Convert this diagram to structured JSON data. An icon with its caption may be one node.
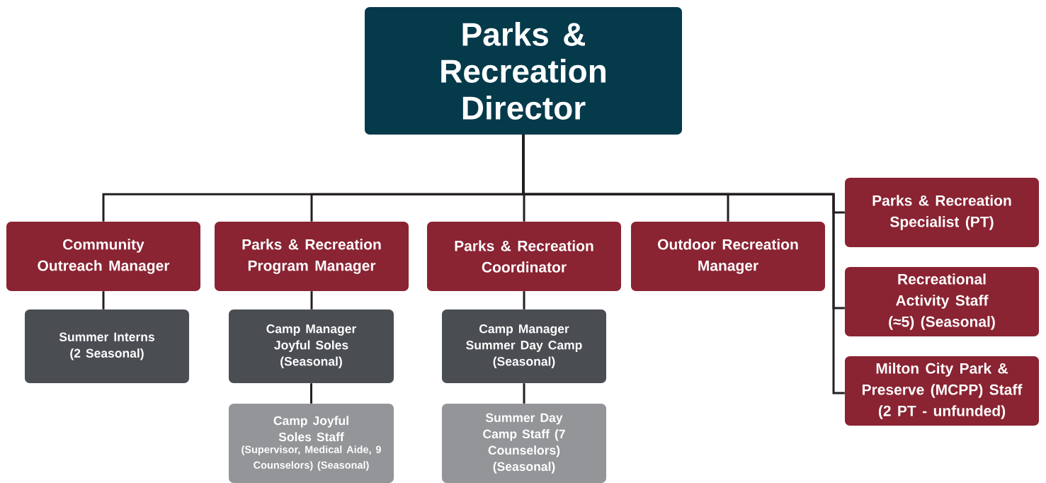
{
  "diagram": {
    "nodes": [
      {
        "text": [
          "Parks & Recreation Director"
        ]
      },
      {
        "text": [
          "Community Outreach Manager"
        ]
      },
      {
        "text": [
          "Parks & Recreation Program Manager"
        ]
      },
      {
        "text": [
          "Parks & Recreation Coordinator"
        ]
      },
      {
        "text": [
          "Outdoor Recreation Manager"
        ]
      },
      {
        "text": [
          "Parks & Recreation Specialist (PT)"
        ]
      },
      {
        "text": [
          "Recreational Activity Staff (≈5) (Seasonal)"
        ]
      },
      {
        "text": [
          "Milton City Park & Preserve (MCPP) Staff (2 PT - unfunded)"
        ]
      },
      {
        "text": [
          "Summer Interns (2 Seasonal)"
        ]
      },
      {
        "text": [
          "Camp Manager Joyful Soles (Seasonal)"
        ]
      },
      {
        "text": [
          "Camp Manager Summer Day Camp (Seasonal)"
        ]
      },
      {
        "text": [
          "Camp Joyful Soles Staff",
          "(Supervisor, Medical Aide, 9 Counselors) (Seasonal)"
        ]
      },
      {
        "text": [
          "Summer Day Camp Staff (7 Counselors) (Seasonal)"
        ]
      }
    ],
    "edges": [
      {
        "from": 0,
        "to": 1,
        "arrow": "none"
      },
      {
        "from": 0,
        "to": 2,
        "arrow": "none"
      },
      {
        "from": 0,
        "to": 3,
        "arrow": "none"
      },
      {
        "from": 0,
        "to": 4,
        "arrow": "none"
      },
      {
        "from": 0,
        "to": 5,
        "arrow": "none"
      },
      {
        "from": 0,
        "to": 6,
        "arrow": "none"
      },
      {
        "from": 0,
        "to": 7,
        "arrow": "none"
      },
      {
        "from": 1,
        "to": 8,
        "arrow": "none"
      },
      {
        "from": 2,
        "to": 9,
        "arrow": "none"
      },
      {
        "from": 3,
        "to": 10,
        "arrow": "none"
      },
      {
        "from": 9,
        "to": 11,
        "arrow": "none"
      },
      {
        "from": 10,
        "to": 12,
        "arrow": "none"
      }
    ]
  }
}
